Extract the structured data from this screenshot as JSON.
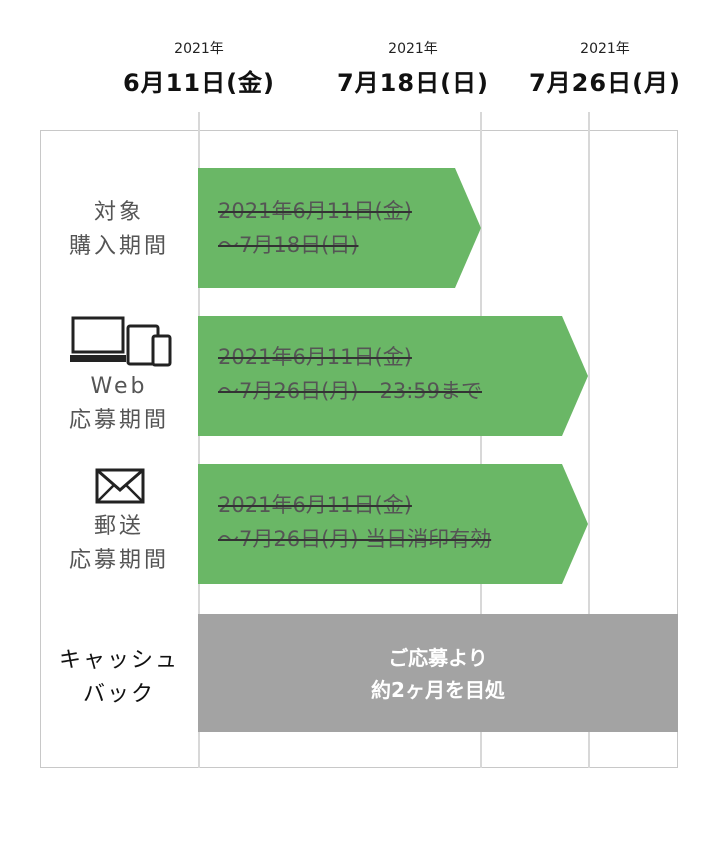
{
  "timeline": {
    "dates": [
      {
        "year": "2021年",
        "day": "6月11日(金)"
      },
      {
        "year": "2021年",
        "day": "7月18日(日)"
      },
      {
        "year": "2021年",
        "day": "7月26日(月)"
      }
    ]
  },
  "rows": {
    "purchase": {
      "label_line1": "対象",
      "label_line2": "購入期間",
      "text_line1": "2021年6月11日(金)",
      "text_line2": "〜7月18日(日)"
    },
    "web": {
      "label_line1": "Web",
      "label_line2": "応募期間",
      "icon": "devices-icon",
      "text_line1": "2021年6月11日(金)",
      "text_line2": "〜7月26日(月)　23:59まで"
    },
    "mail": {
      "label_line1": "郵送",
      "label_line2": "応募期間",
      "icon": "envelope-icon",
      "text_line1": "2021年6月11日(金)",
      "text_line2": "〜7月26日(月) 当日消印有効"
    },
    "cashback": {
      "label_line1": "キャッシュ",
      "label_line2": "バック",
      "text_line1": "ご応募より",
      "text_line2": "約2ヶ月を目処"
    }
  },
  "colors": {
    "bar_green": "#6ab766",
    "bar_gray": "#a3a3a3",
    "frame": "#c8c8c8",
    "gridline": "#d8d8d8"
  }
}
